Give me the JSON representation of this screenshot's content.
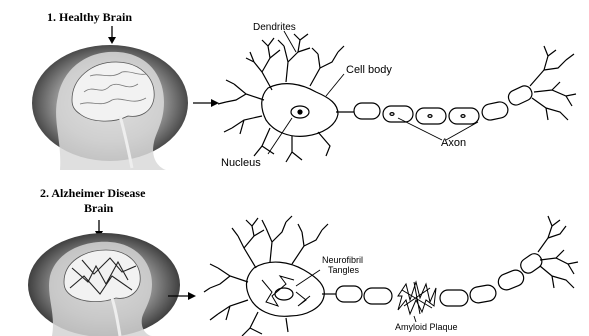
{
  "section1": {
    "title": "1. Healthy Brain",
    "labels": {
      "dendrites": "Dendrites",
      "cell_body": "Cell body",
      "nucleus": "Nucleus",
      "axon": "Axon"
    }
  },
  "section2": {
    "title_line1": "2. Alzheimer Disease",
    "title_line2": "Brain",
    "labels": {
      "tangles_line1": "Neurofibril",
      "tangles_line2": "Tangles",
      "plaque": "Amyloid Plaque"
    }
  },
  "icons": [
    "down-arrow-icon",
    "right-arrow-icon",
    "healthy-head-icon",
    "alzheimer-head-icon",
    "neuron-icon"
  ]
}
